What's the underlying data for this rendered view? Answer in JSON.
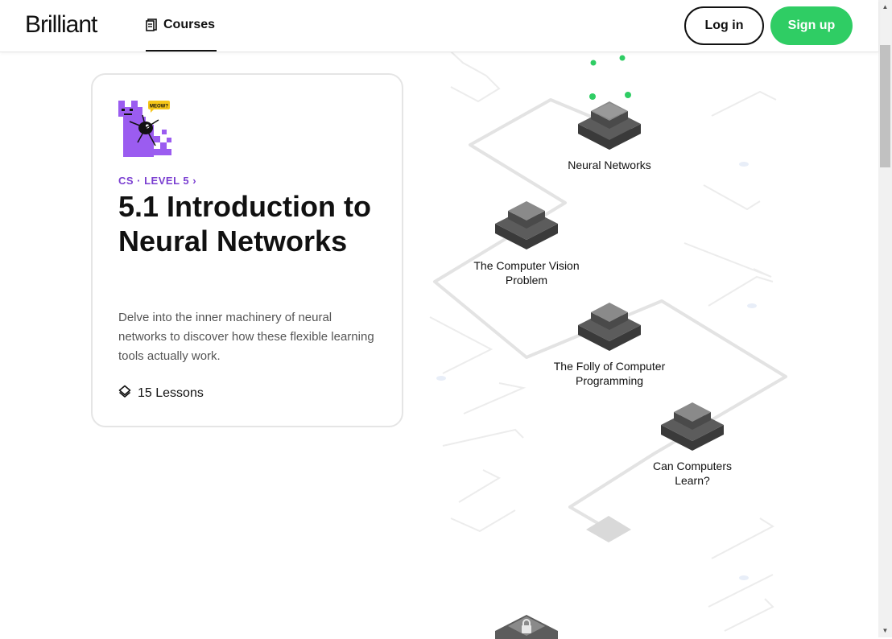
{
  "header": {
    "logo": "Brilliant",
    "nav_courses": "Courses",
    "login": "Log in",
    "signup": "Sign up"
  },
  "course": {
    "level": "CS · LEVEL 5 ›",
    "title": "5.1 Introduction to Neural Networks",
    "description": "Delve into the inner machinery of neural networks to discover how these flexible learning tools actually work.",
    "lessons": "15 Lessons",
    "art_caption": "MEOW?"
  },
  "path": {
    "nodes": [
      {
        "label": "Neural Networks"
      },
      {
        "label": "The Computer Vision Problem"
      },
      {
        "label": "The Folly of Computer Programming"
      },
      {
        "label": "Can Computers Learn?"
      }
    ]
  },
  "colors": {
    "accent_green": "#2fcd64",
    "level_purple": "#7b3fd1",
    "node_gray": "#555555"
  }
}
